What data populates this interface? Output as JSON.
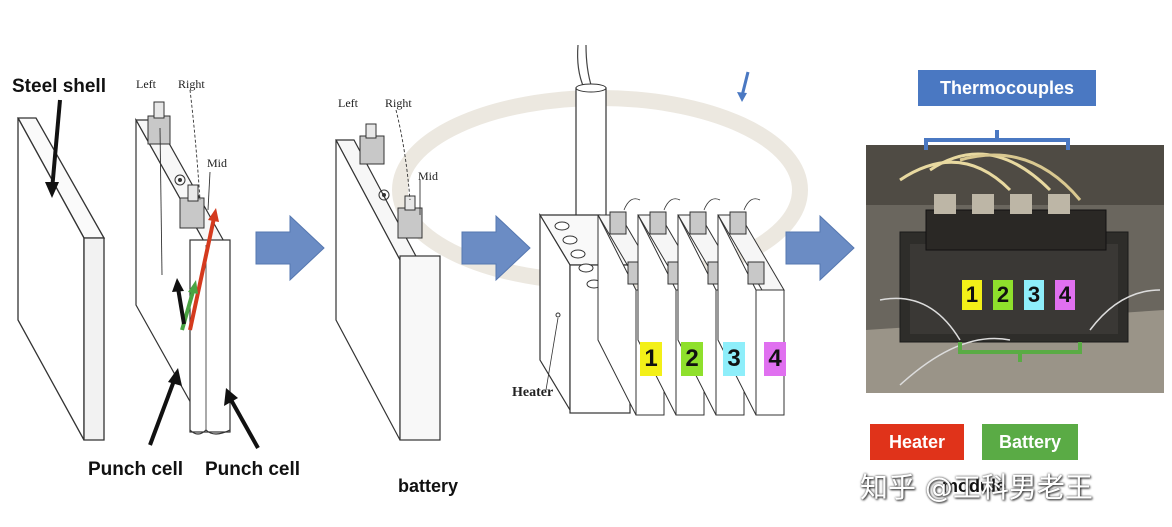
{
  "labels": {
    "steel_shell": "Steel shell",
    "punch_cell_left": "Punch cell",
    "punch_cell_right": "Punch cell",
    "battery": "battery",
    "left1": "Left",
    "right1": "Right",
    "mid1": "Mid",
    "left2": "Left",
    "right2": "Right",
    "mid2": "Mid",
    "heater_label": "Heater",
    "thermocouples": "Thermocouples",
    "heater_box": "Heater",
    "battery_box": "Battery",
    "module": "module",
    "watermark": "知乎 @工科男老王",
    "cell_numbers": [
      "1",
      "2",
      "3",
      "4"
    ],
    "photo_numbers": [
      "1",
      "2",
      "3",
      "4"
    ]
  },
  "colors": {
    "thermo_box": "#4a78c2",
    "heater_box": "#e0331a",
    "battery_box": "#5aab45",
    "arrow_fill": "#6b8cc4",
    "n1": "#f3f018",
    "n2": "#8fe02c",
    "n3": "#8eeefa",
    "n4": "#e070f0"
  }
}
